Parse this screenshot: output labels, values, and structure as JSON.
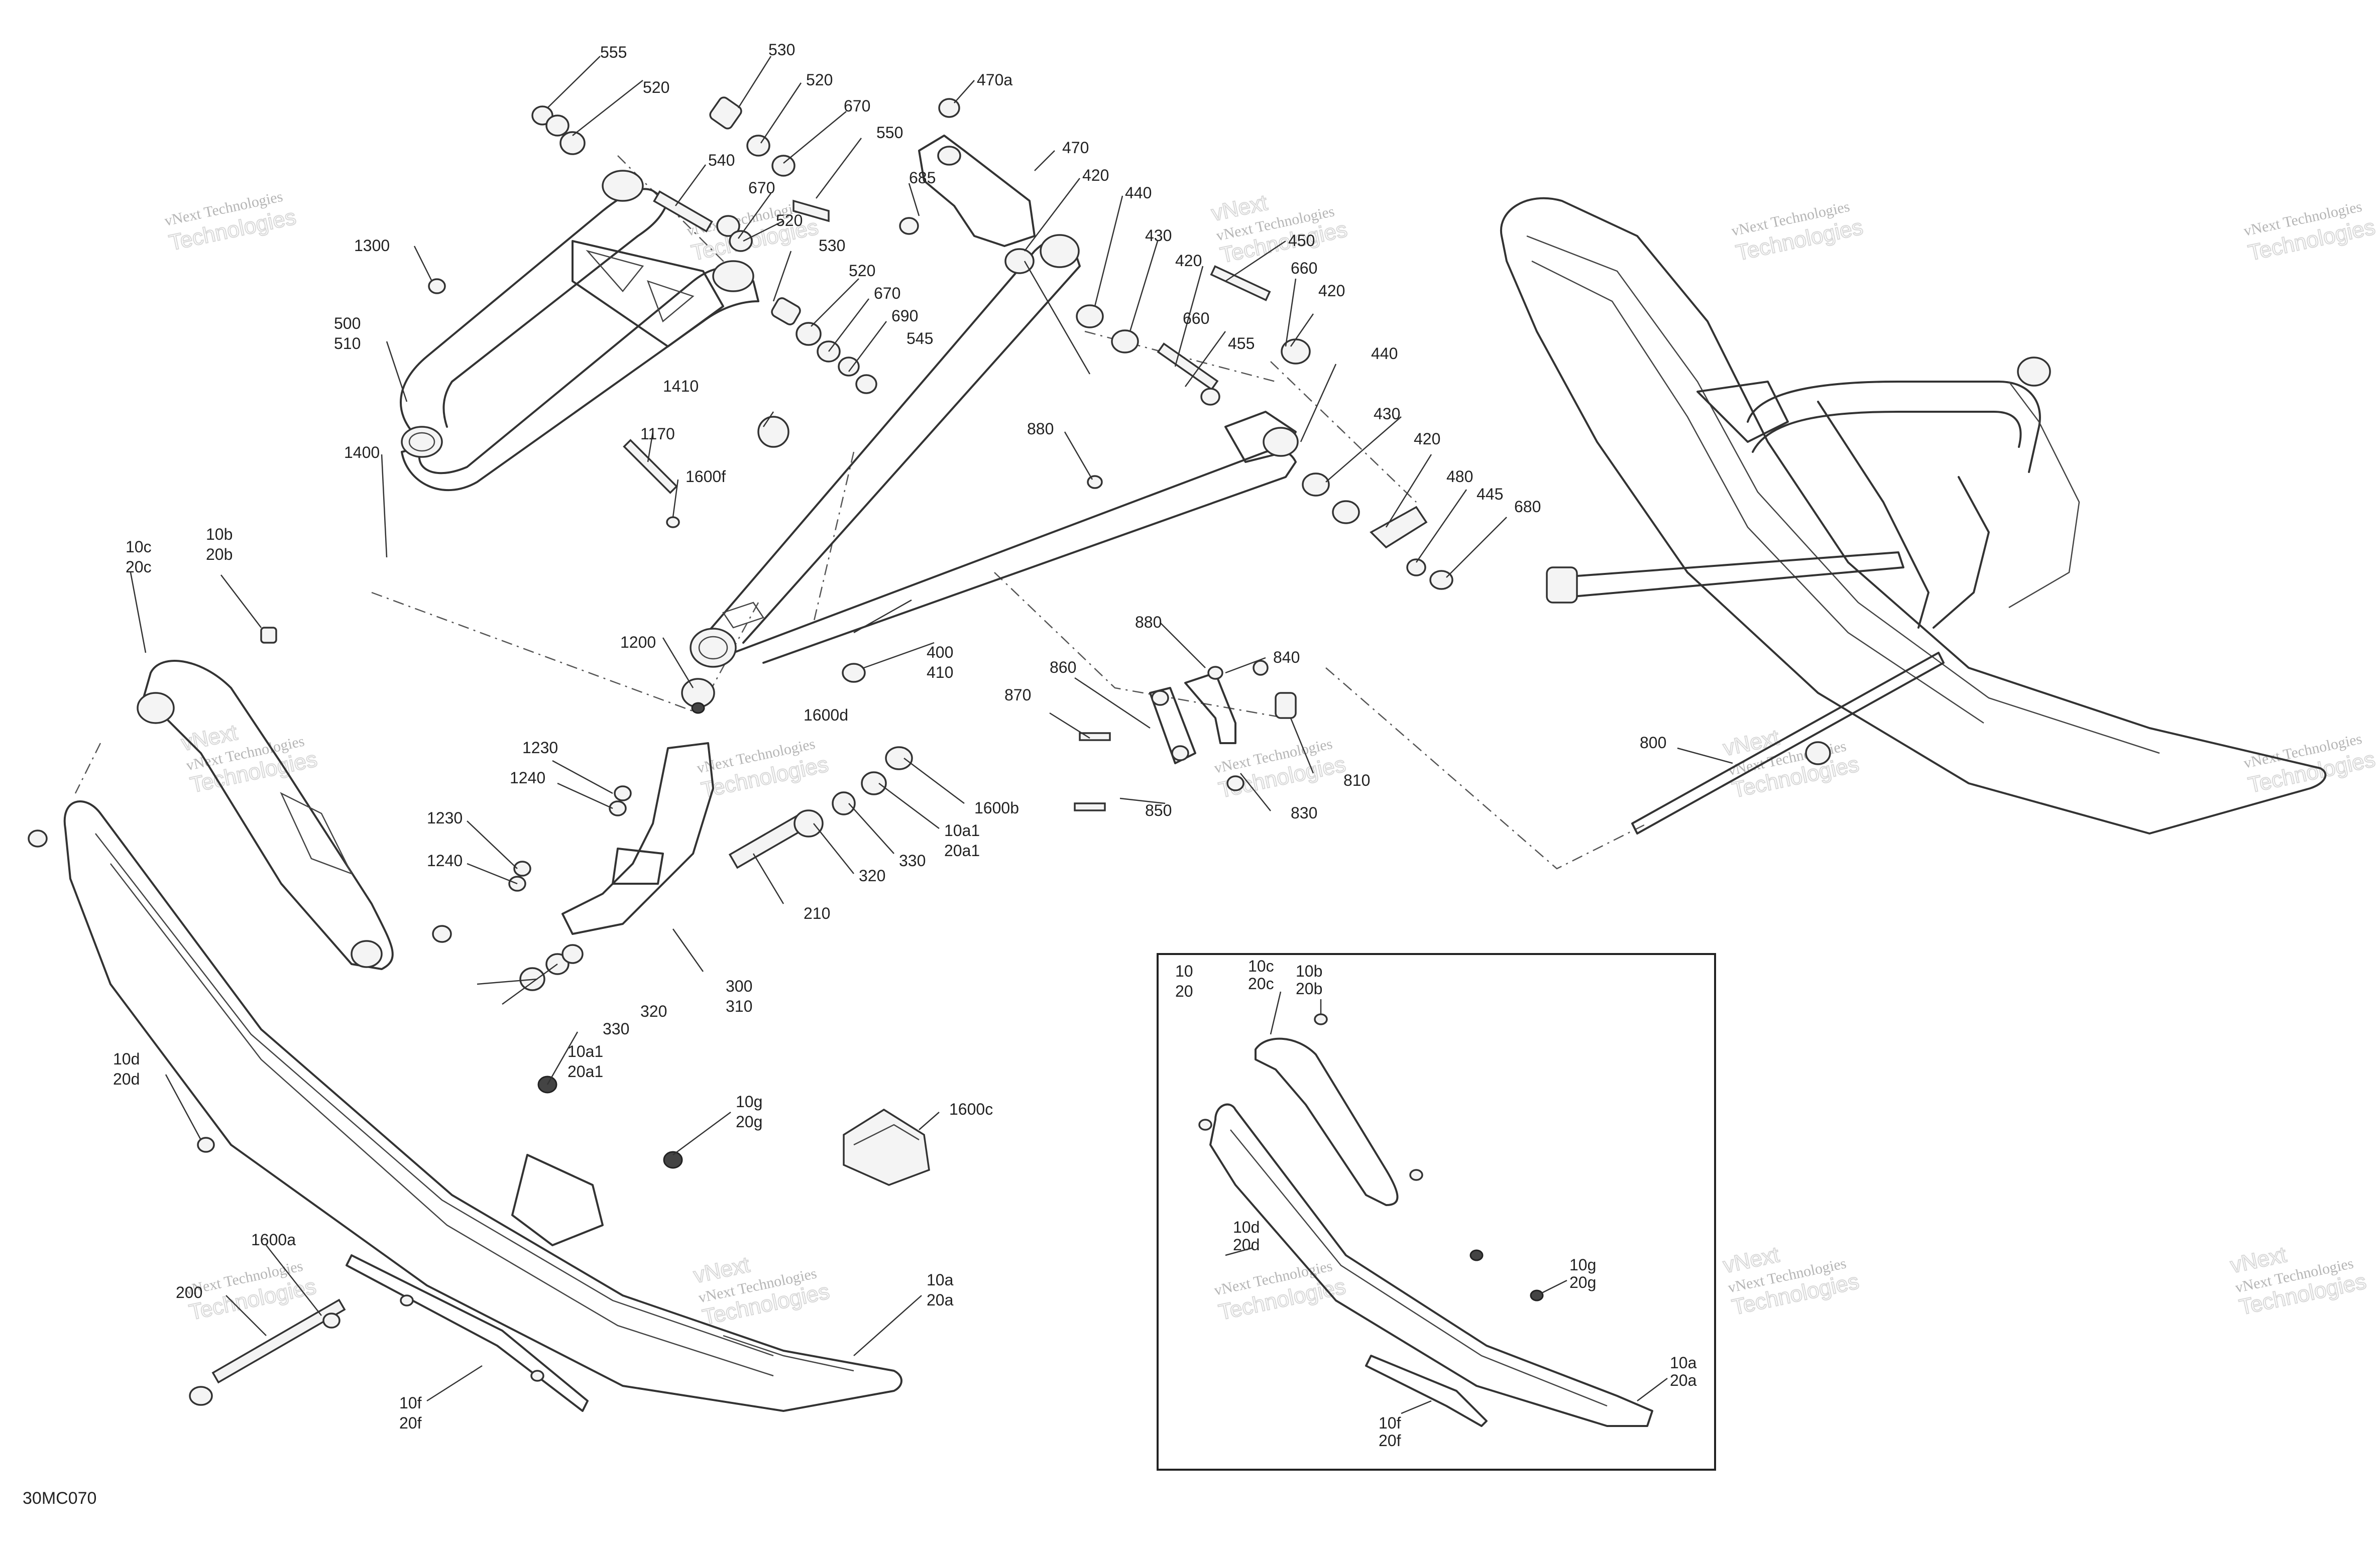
{
  "diagram": {
    "reference": "30MC070",
    "watermark": {
      "line1": "vNext",
      "line2": "vNext Technologies",
      "line3": "Technologies"
    },
    "labels": {
      "l555": "555",
      "l530a": "530",
      "l520a": "520",
      "l520b": "520",
      "l470a": "470a",
      "l670a": "670",
      "l540": "540",
      "l550": "550",
      "l470": "470",
      "l685": "685",
      "l670b": "670",
      "l520c": "520",
      "l420a": "420",
      "l440a": "440",
      "l1300": "1300",
      "l530b": "530",
      "l430a": "430",
      "l450": "450",
      "l520d": "520",
      "l420b": "420",
      "l660a": "660",
      "l500": "500",
      "l510": "510",
      "l670c": "670",
      "l690": "690",
      "l420c": "420",
      "l545": "545",
      "l660b": "660",
      "l455": "455",
      "l1410": "1410",
      "l440b": "440",
      "l880a": "880",
      "l1170": "1170",
      "l430b": "430",
      "l1400": "1400",
      "l1600f": "1600f",
      "l420d": "420",
      "l480": "480",
      "l445": "445",
      "l680": "680",
      "l10c": "10c",
      "l20c": "20c",
      "l10b": "10b",
      "l20b": "20b",
      "l1200": "1200",
      "l400": "400",
      "l410": "410",
      "l880b": "880",
      "l840": "840",
      "l860": "860",
      "l1600d": "1600d",
      "l870": "870",
      "l800": "800",
      "l1230a": "1230",
      "l1240a": "1240",
      "l810": "810",
      "l1600b": "1600b",
      "l830": "830",
      "l850": "850",
      "l10a1": "10a1",
      "l20a1": "20a1",
      "l1230b": "1230",
      "l330a": "330",
      "l320a": "320",
      "l1240b": "1240",
      "l210": "210",
      "l300": "300",
      "l310": "310",
      "l330b": "330",
      "l320b": "320",
      "l10a1b": "10a1",
      "l20a1b": "20a1",
      "l10d": "10d",
      "l20d": "20d",
      "l10g": "10g",
      "l20g": "20g",
      "l1600c": "1600c",
      "l1600a": "1600a",
      "l200": "200",
      "l10a": "10a",
      "l20a": "20a",
      "l10f": "10f",
      "l20f": "20f"
    },
    "inset": {
      "l10": "10",
      "l20": "20",
      "l10c": "10c",
      "l20c": "20c",
      "l10b": "10b",
      "l20b": "20b",
      "l10d": "10d",
      "l20d": "20d",
      "l10g": "10g",
      "l20g": "20g",
      "l10a": "10a",
      "l20a": "20a",
      "l10f": "10f",
      "l20f": "20f"
    }
  }
}
